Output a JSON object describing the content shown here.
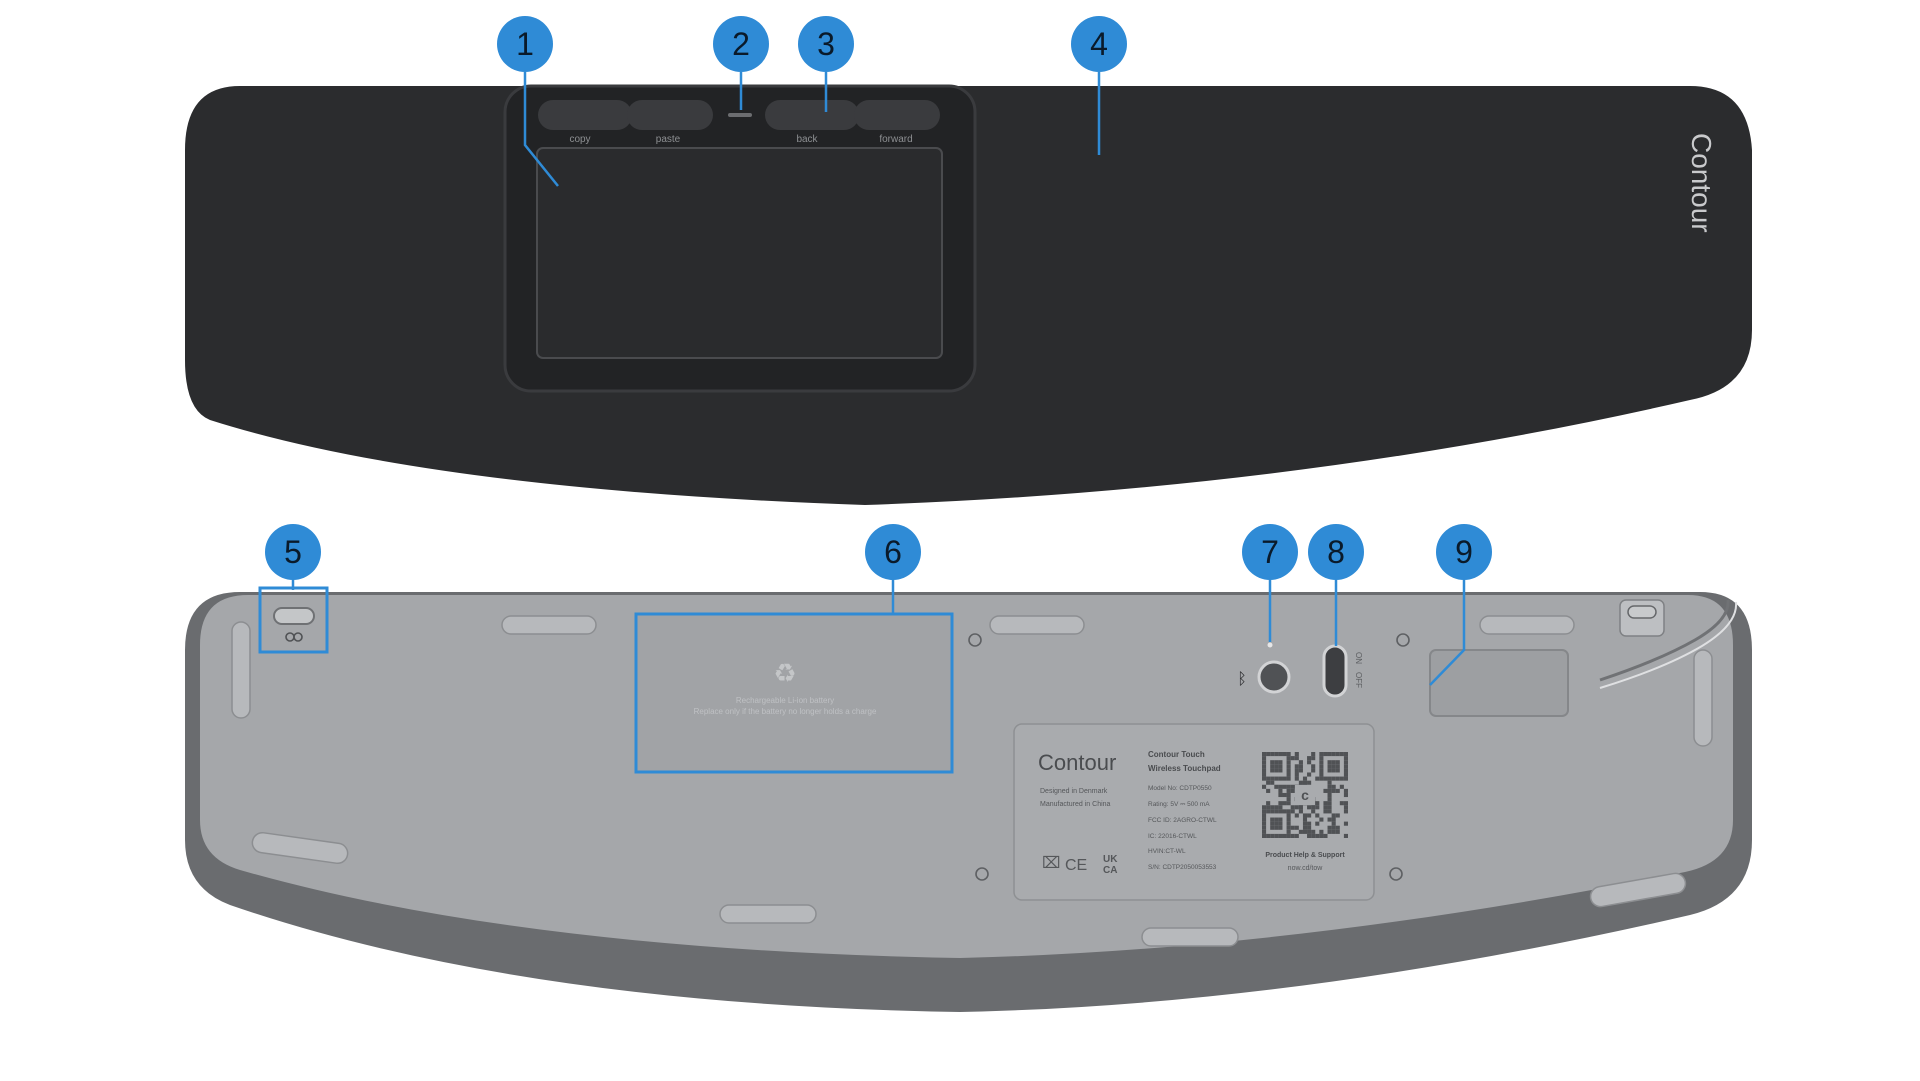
{
  "colors": {
    "callout_blue": "#2f8bd6",
    "callout_text": "#0a1a2a",
    "top_body": "#2b2c2e",
    "bottom_body": "#a5a7aa",
    "bottom_rim": "#6a6c6f"
  },
  "callouts": [
    {
      "number": "1"
    },
    {
      "number": "2"
    },
    {
      "number": "3"
    },
    {
      "number": "4"
    },
    {
      "number": "5"
    },
    {
      "number": "6"
    },
    {
      "number": "7"
    },
    {
      "number": "8"
    },
    {
      "number": "9"
    }
  ],
  "top_view": {
    "brand": "Contour",
    "buttons": [
      "copy",
      "paste",
      "back",
      "forward"
    ]
  },
  "bottom_view": {
    "battery_line1": "Rechargeable Li-ion battery",
    "battery_line2": "Replace only if the battery no longer holds a charge",
    "switch_on": "ON",
    "switch_off": "OFF",
    "bluetooth_icon": "bluetooth-icon",
    "label": {
      "brand": "Contour",
      "designed": "Designed in Denmark",
      "manufactured": "Manufactured in China",
      "product_line1": "Contour Touch",
      "product_line2": "Wireless Touchpad",
      "model": "Model No: CDTP0550",
      "rating": "Rating: 5V ⎓ 500 mA",
      "fcc": "FCC ID: 2AGRO-CTWL",
      "ic": "IC: 22016-CTWL",
      "hvin": "HVIN:CT-WL",
      "sn": "S/N:    CDTP2050053553",
      "support_title": "Product Help & Support",
      "support_url": "now.cd/tow",
      "marks": [
        "CE",
        "UK",
        "CA"
      ]
    }
  }
}
